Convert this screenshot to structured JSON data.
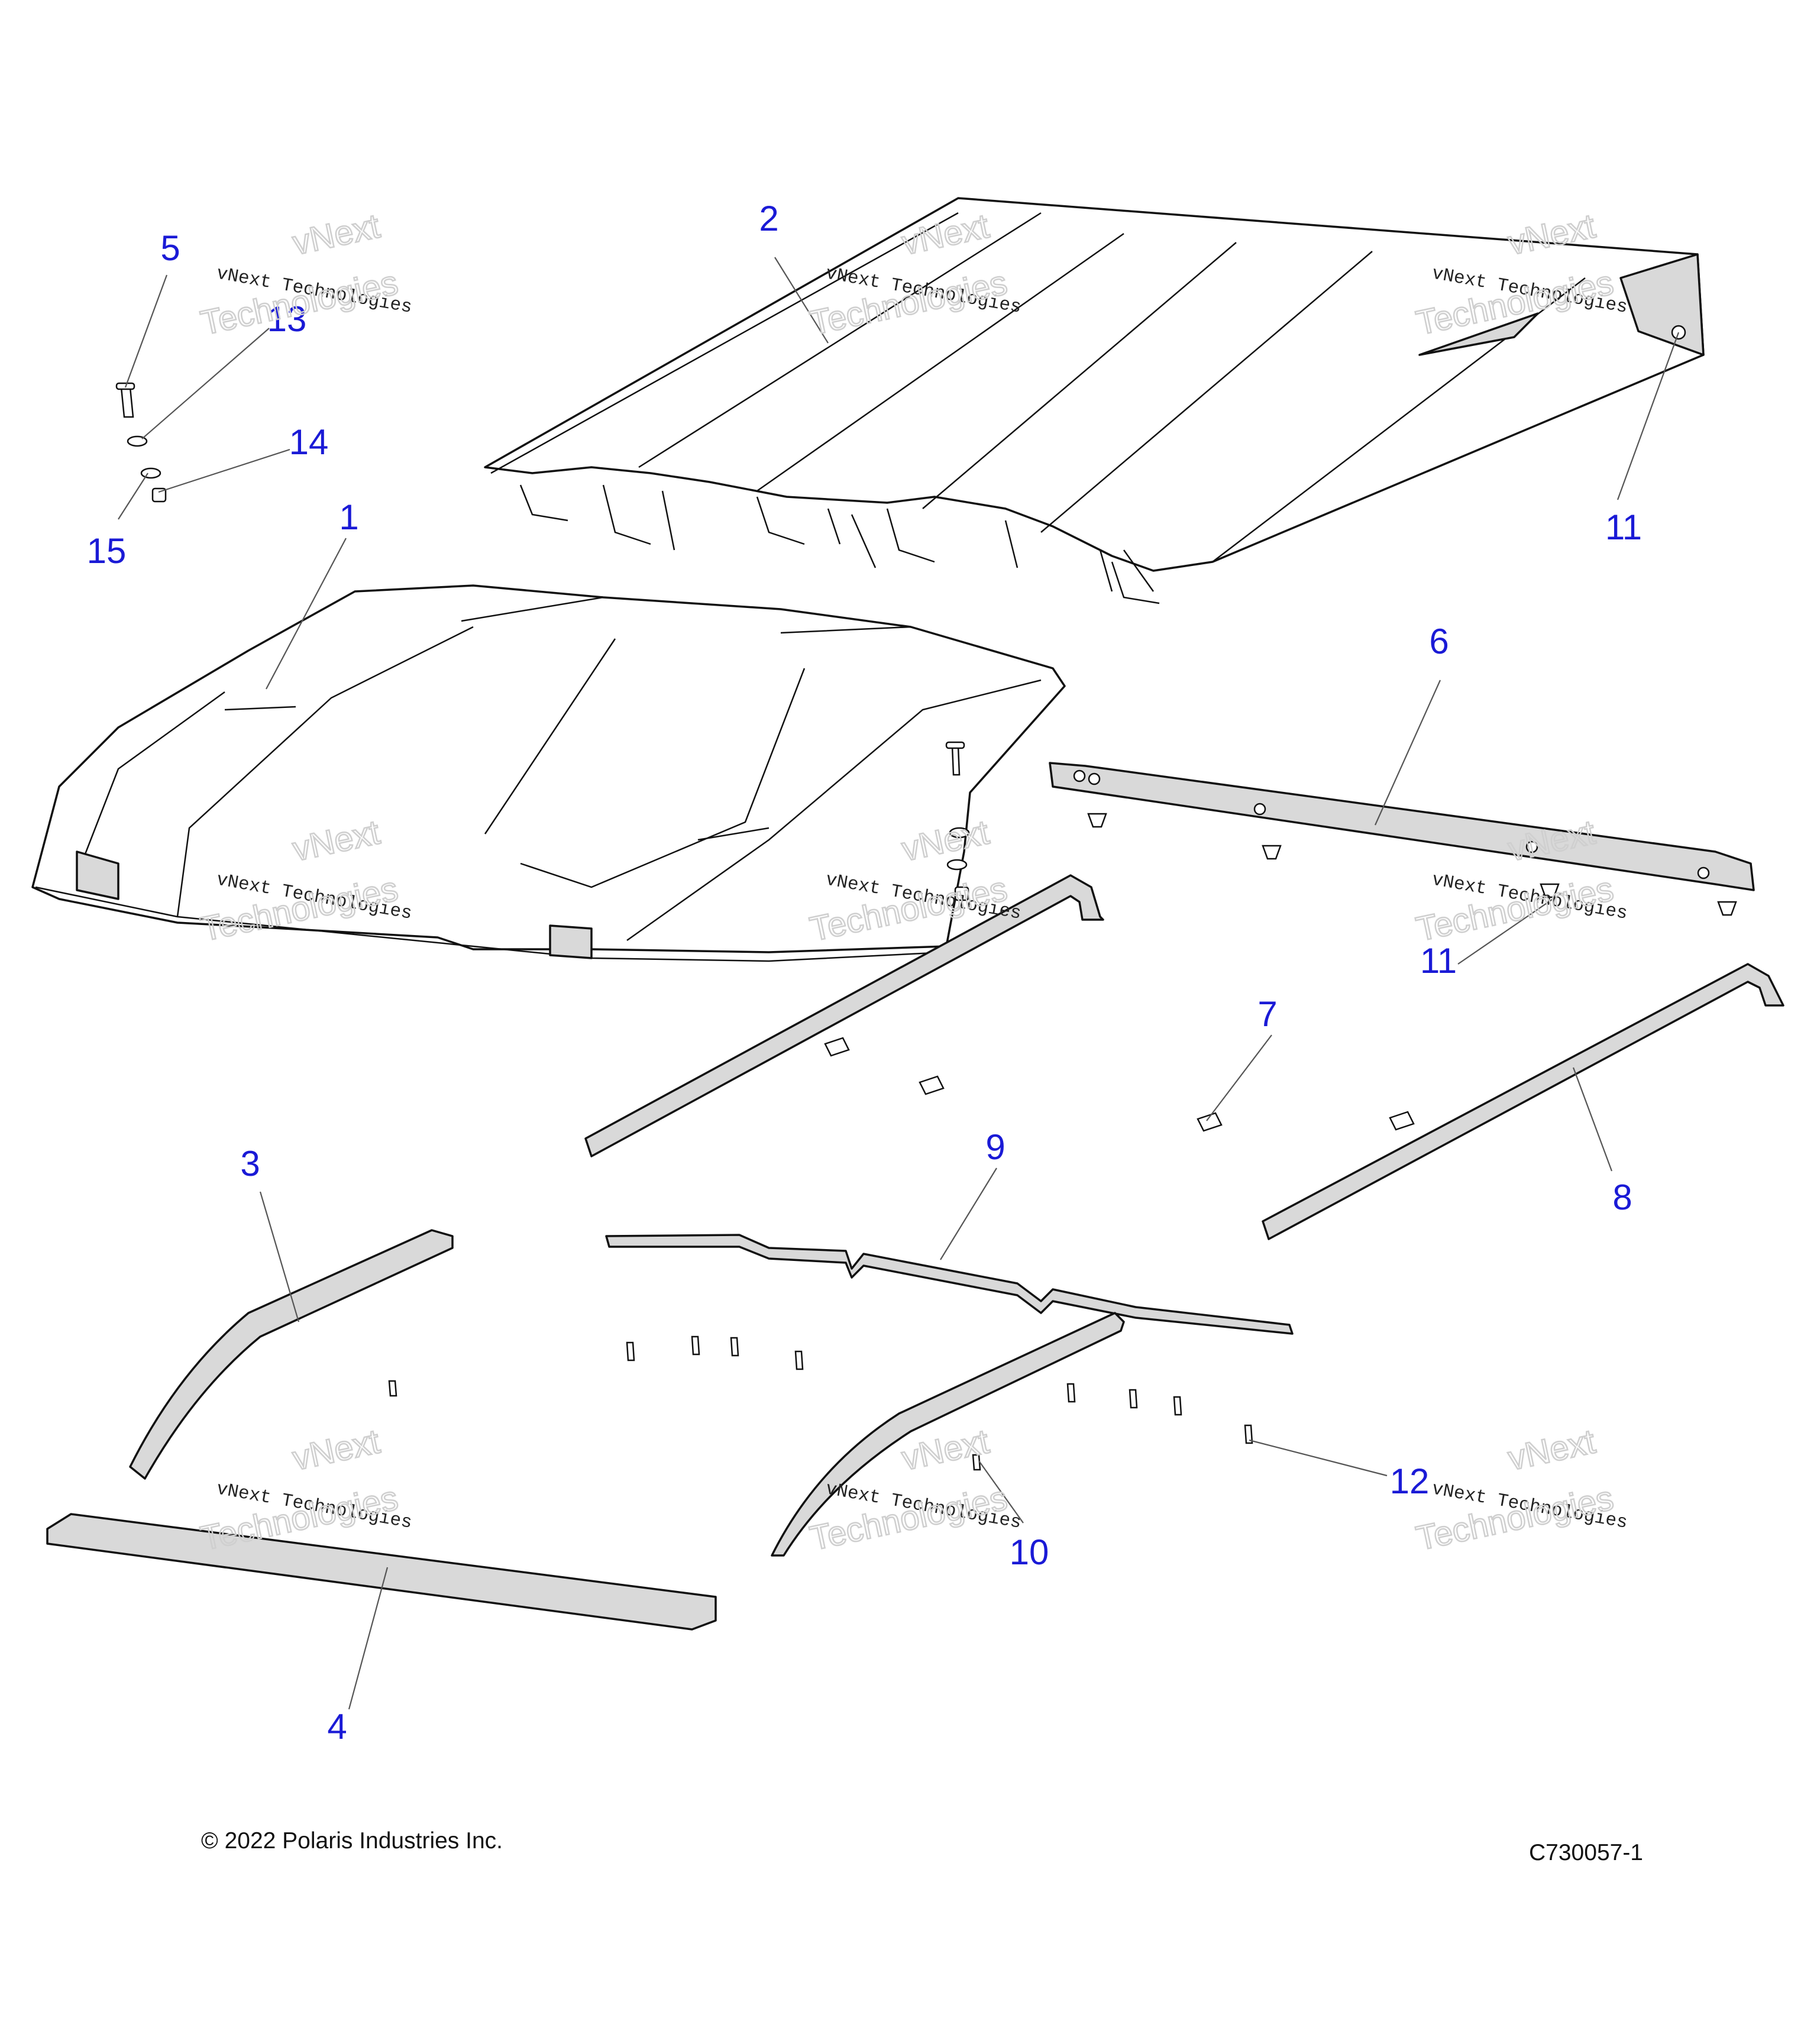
{
  "callouts": [
    "1",
    "2",
    "3",
    "4",
    "5",
    "6",
    "7",
    "8",
    "9",
    "10",
    "11",
    "11",
    "12",
    "13",
    "14",
    "15"
  ],
  "watermark": {
    "line1": "vNext Technologies",
    "line2": "vNext",
    "line3": "Technologies"
  },
  "footer": {
    "copyright": "© 2022 Polaris Industries Inc.",
    "code": "C730057-1"
  }
}
